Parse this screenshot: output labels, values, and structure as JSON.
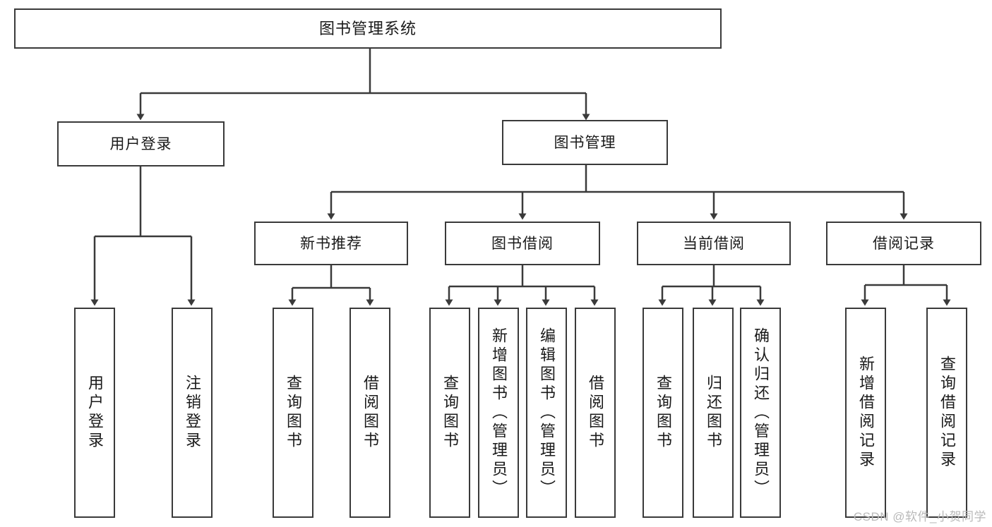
{
  "diagram": {
    "title": "图书管理系统",
    "type": "tree-hierarchy-diagram",
    "watermark": "CSDN @软件_小贺同学",
    "colors": {
      "stroke": "#3a3a3a",
      "text": "#1a1a1a",
      "background": "#ffffff",
      "watermark": "#b9b9b9"
    },
    "nodes": {
      "root": "图书管理系统",
      "user_login": "用户登录",
      "book_manage": "图书管理",
      "new_book_rec": "新书推荐",
      "book_borrow": "图书借阅",
      "current_borrow": "当前借阅",
      "borrow_record": "借阅记录",
      "leaf_user_login": "用户登录",
      "leaf_logout_login": "注销登录",
      "leaf_query_book_1": "查询图书",
      "leaf_borrow_book_1": "借阅图书",
      "leaf_query_book_2": "查询图书",
      "leaf_add_book": "新增图书（管理员）",
      "leaf_edit_book": "编辑图书（管理员）",
      "leaf_borrow_book_2": "借阅图书",
      "leaf_query_book_3": "查询图书",
      "leaf_return_book": "归还图书",
      "leaf_confirm_return": "确认归还（管理员）",
      "leaf_add_record": "新增借阅记录",
      "leaf_query_record": "查询借阅记录"
    }
  }
}
